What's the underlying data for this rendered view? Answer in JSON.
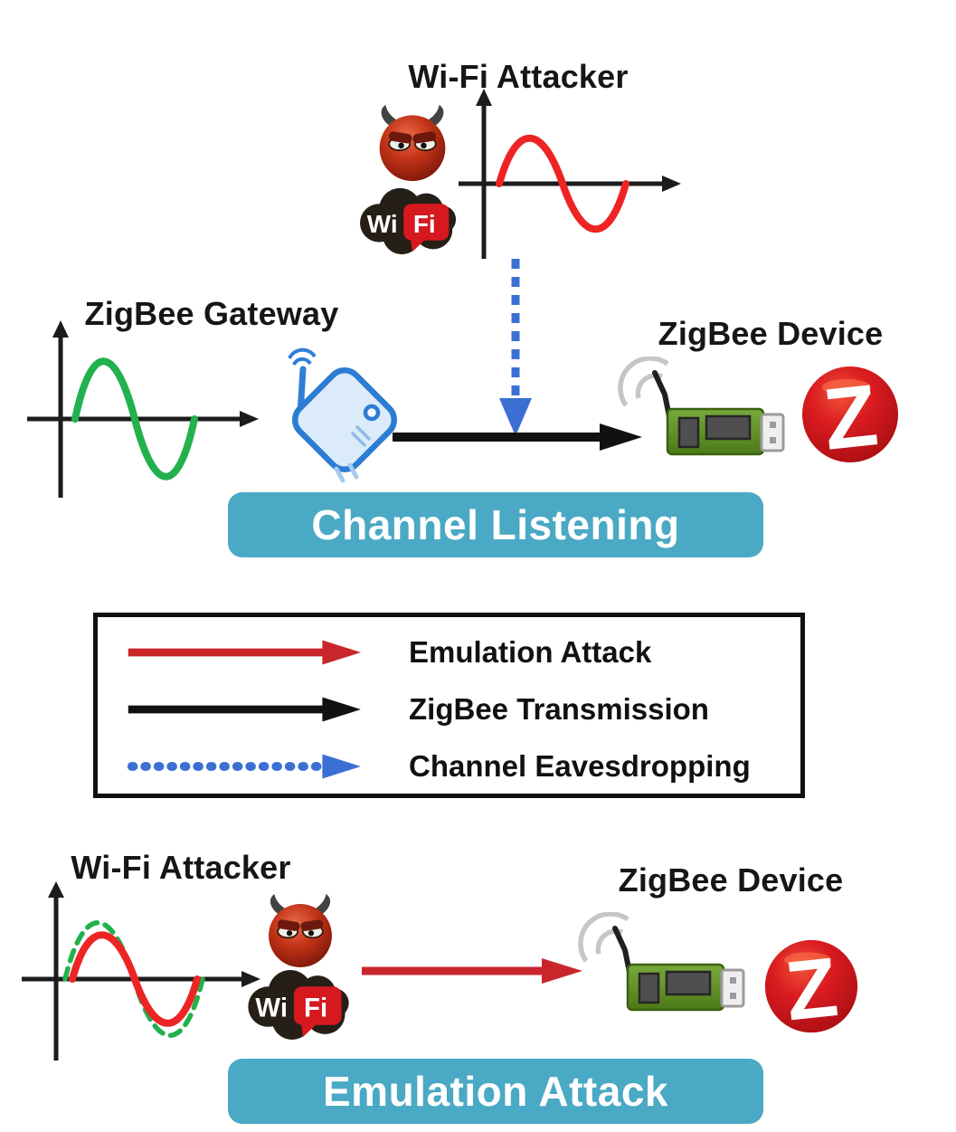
{
  "colors": {
    "banner_teal": "#4aa9c4",
    "attack_red": "#c9262c",
    "signal_red": "#ee2424",
    "zigbee_green": "#22b14c",
    "eavesdrop_blue": "#3b6fd4",
    "transmission_black": "#111111",
    "gateway_blue": "#2b7cd3",
    "zigbee_logo_red": "#d2191c"
  },
  "top": {
    "attacker_title": "Wi-Fi Attacker",
    "gateway_title": "ZigBee Gateway",
    "device_title": "ZigBee Device",
    "banner_label": "Channel Listening",
    "wifi_logo": {
      "wi": "Wi",
      "fi": "Fi"
    },
    "zigbee_letter": "Z"
  },
  "legend": {
    "items": [
      {
        "label": "Emulation Attack",
        "style": "solid-red"
      },
      {
        "label": "ZigBee Transmission",
        "style": "solid-black"
      },
      {
        "label": "Channel Eavesdropping",
        "style": "dashed-blue"
      }
    ]
  },
  "bottom": {
    "attacker_title": "Wi-Fi Attacker",
    "device_title": "ZigBee Device",
    "banner_label": "Emulation Attack",
    "wifi_logo": {
      "wi": "Wi",
      "fi": "Fi"
    },
    "zigbee_letter": "Z"
  }
}
